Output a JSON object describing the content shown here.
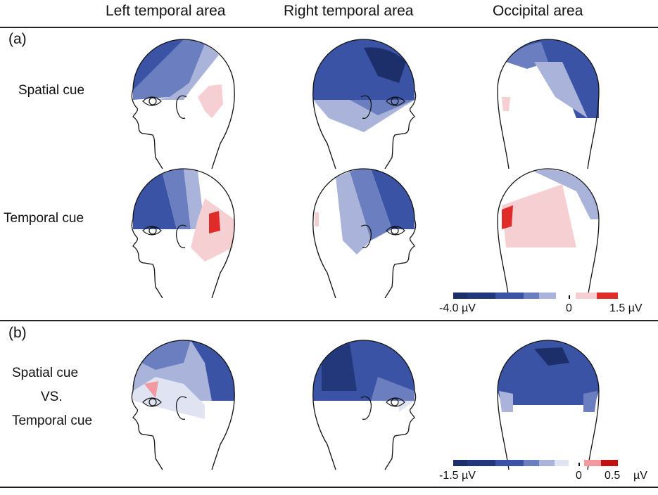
{
  "columns": [
    "Left temporal area",
    "Right temporal area",
    "Occipital area"
  ],
  "panel_a": {
    "label": "(a)",
    "rows": [
      "Spatial cue",
      "Temporal cue"
    ],
    "colorbar": {
      "min_label": "-4.0 µV",
      "zero_label": "0",
      "max_label": "1.5 µV"
    }
  },
  "panel_b": {
    "label": "(b)",
    "row_lines": [
      "Spatial cue",
      "VS.",
      "Temporal cue"
    ],
    "colorbar": {
      "min_label": "-1.5 µV",
      "zero_label": "0",
      "max_label": "0.5",
      "unit": "µV"
    }
  },
  "colors": {
    "dark_blue": "#1c2f6a",
    "blue": "#3a53a4",
    "mid_blue": "#6b7fc0",
    "light_blue": "#aab4da",
    "pale_blue": "#dfe3f2",
    "pale_red": "#f6cfd2",
    "red": "#e02b2b",
    "dark_red": "#c01010"
  }
}
